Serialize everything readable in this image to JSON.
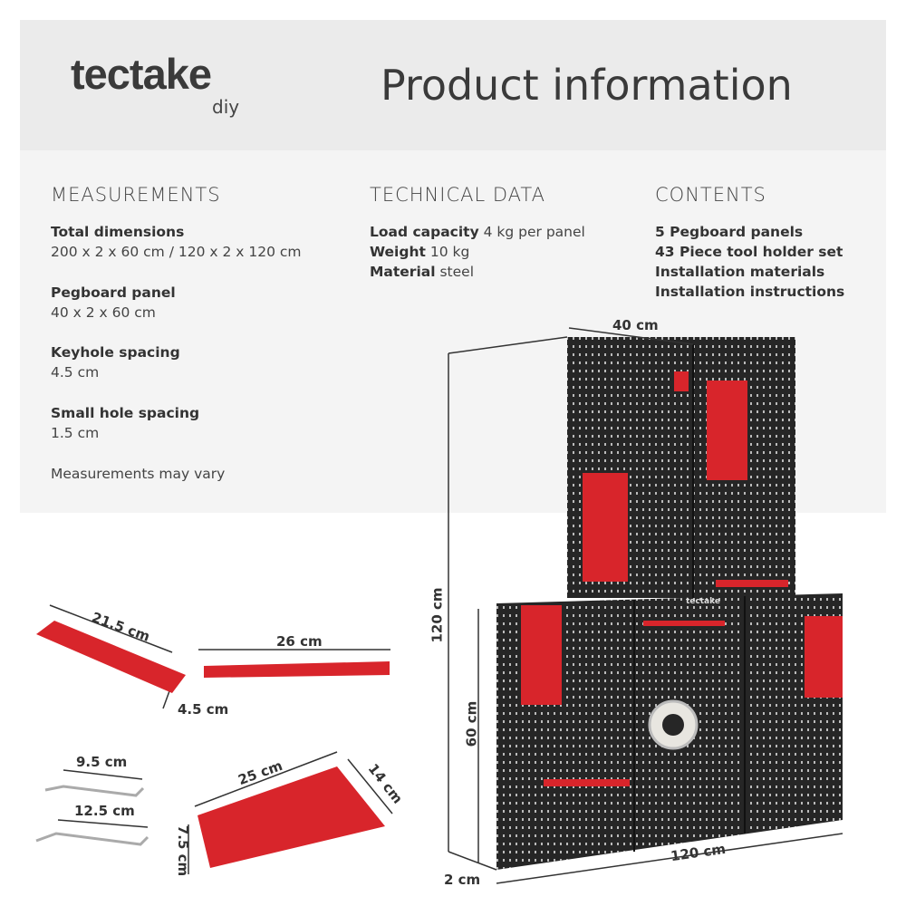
{
  "brand": {
    "name": "tectake",
    "sub": "diy"
  },
  "title": "Product information",
  "measurements": {
    "heading": "MEASUREMENTS",
    "items": [
      {
        "label": "Total dimensions",
        "value": "200 x 2 x 60 cm / 120 x 2 x 120 cm"
      },
      {
        "label": "Pegboard panel",
        "value": "40 x 2 x 60 cm"
      },
      {
        "label": "Keyhole spacing",
        "value": "4.5 cm"
      },
      {
        "label": "Small hole spacing",
        "value": "1.5 cm"
      }
    ],
    "note": "Measurements may vary"
  },
  "technical": {
    "heading": "TECHNICAL DATA",
    "items": [
      {
        "label": "Load capacity",
        "value": "4 kg per panel"
      },
      {
        "label": "Weight",
        "value": "10 kg"
      },
      {
        "label": "Material",
        "value": "steel"
      }
    ]
  },
  "contents": {
    "heading": "CONTENTS",
    "items": [
      "5 Pegboard panels",
      "43 Piece tool holder set",
      "Installation materials",
      "Installation instructions"
    ]
  },
  "dimensions": {
    "bit_holder_length": "21.5 cm",
    "bit_holder_height": "4.5 cm",
    "rail": "26 cm",
    "hook_short": "9.5 cm",
    "hook_long": "12.5 cm",
    "wrench_holder_length": "25 cm",
    "wrench_holder_depth": "14 cm",
    "wrench_holder_height": "7.5 cm",
    "panel_width": "40 cm",
    "total_height": "120 cm",
    "panel_height": "60 cm",
    "total_width": "120 cm",
    "depth": "2 cm"
  },
  "board_logo": "tectake",
  "colors": {
    "red": "#d8252b",
    "board": "#262626"
  }
}
